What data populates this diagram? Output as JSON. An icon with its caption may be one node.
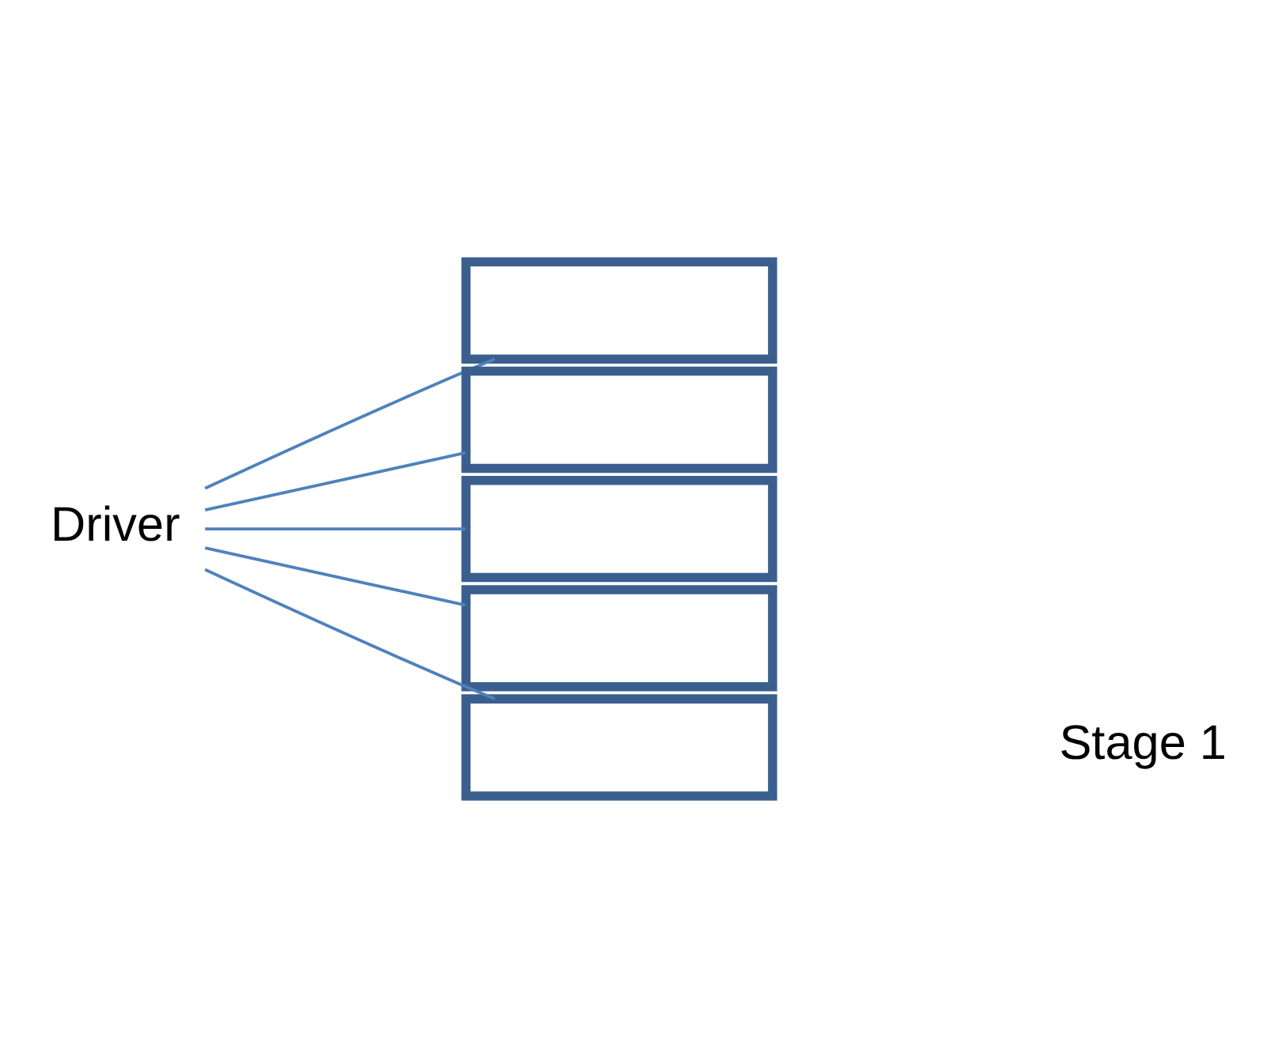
{
  "diagram": {
    "nodes": [
      {
        "text": [
          "Driver"
        ]
      },
      {
        "text": [],
        "shape": "box"
      },
      {
        "text": [],
        "shape": "box"
      },
      {
        "text": [],
        "shape": "box"
      },
      {
        "text": [],
        "shape": "box"
      },
      {
        "text": [],
        "shape": "box"
      }
    ],
    "edges": [
      {
        "from": 0,
        "to": 1,
        "arrow": "none"
      },
      {
        "from": 0,
        "to": 2,
        "arrow": "none"
      },
      {
        "from": 0,
        "to": 3,
        "arrow": "none"
      },
      {
        "from": 0,
        "to": 4,
        "arrow": "none"
      },
      {
        "from": 0,
        "to": 5,
        "arrow": "none"
      }
    ],
    "labels": [
      "Stage 1"
    ]
  }
}
